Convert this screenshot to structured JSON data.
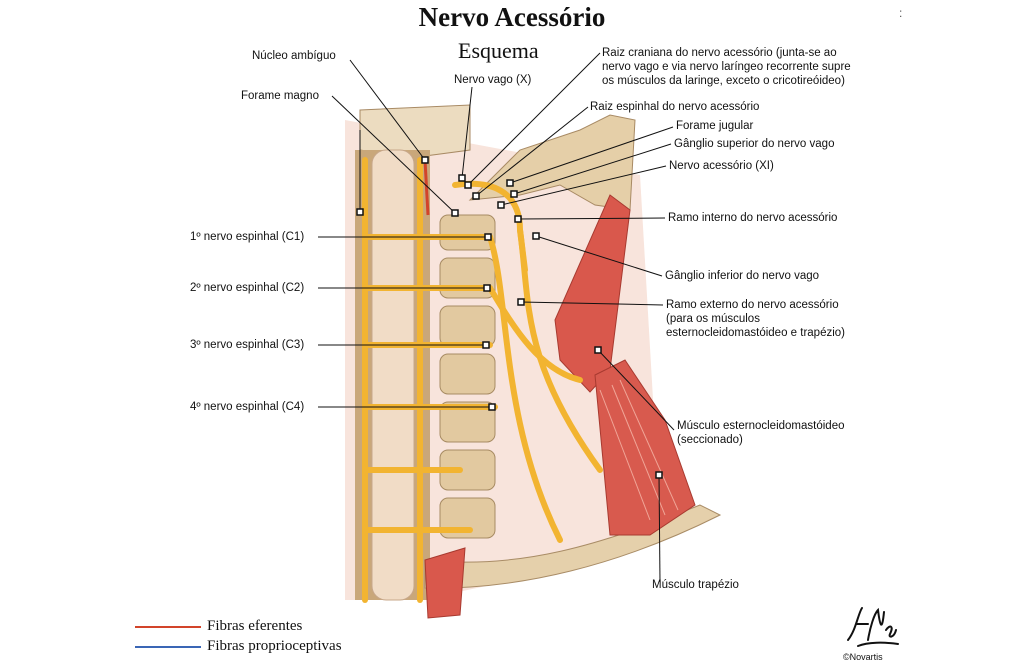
{
  "title": "Nervo Acessório",
  "subtitle": "Esquema",
  "labels": {
    "nucleo_ambiguo": "Núcleo ambíguo",
    "forame_magno": "Forame magno",
    "nervo_vago": "Nervo vago (X)",
    "raiz_cranica": [
      "Raiz craniana do nervo acessório (junta-se ao",
      "nervo vago e via nervo laríngeo recorrente supre",
      "os músculos da laringe, exceto o cricotireóideo)"
    ],
    "raiz_espinhal": "Raiz espinhal do nervo acessório",
    "forame_jugular": "Forame jugular",
    "ganglio_superior": "Gânglio superior do nervo vago",
    "nervo_acessorio": "Nervo acessório (XI)",
    "ramo_interno": "Ramo interno do nervo acessório",
    "ganglio_inferior": "Gânglio inferior do nervo vago",
    "ramo_externo": [
      "Ramo externo do nervo acessório",
      "(para os músculos",
      "esternocleidomastóideo e trapézio)"
    ],
    "esternocleidomastoideo": [
      "Músculo esternocleidomastóideo",
      "(seccionado)"
    ],
    "trapezio": "Músculo trapézio",
    "c1": "1º nervo espinhal (C1)",
    "c2": "2º nervo espinhal (C2)",
    "c3": "3º nervo espinhal (C3)",
    "c4": "4º nervo espinhal (C4)"
  },
  "legend": [
    {
      "label": "Fibras eferentes",
      "color": "#d2442a"
    },
    {
      "label": "Fibras proprioceptivas",
      "color": "#3a66b5"
    }
  ],
  "signature": "F. Netter",
  "brand": "©Novartis",
  "colors": {
    "nerve": "#f2b431",
    "nerve_dark": "#c98a14",
    "muscle": "#d9534a",
    "muscle_light": "#ee9a88",
    "bone": "#e6d2b0",
    "bone_shadow": "#b59a74",
    "background_tissue": "#f6dcd3",
    "spinal_cord": "#efd7c0"
  }
}
